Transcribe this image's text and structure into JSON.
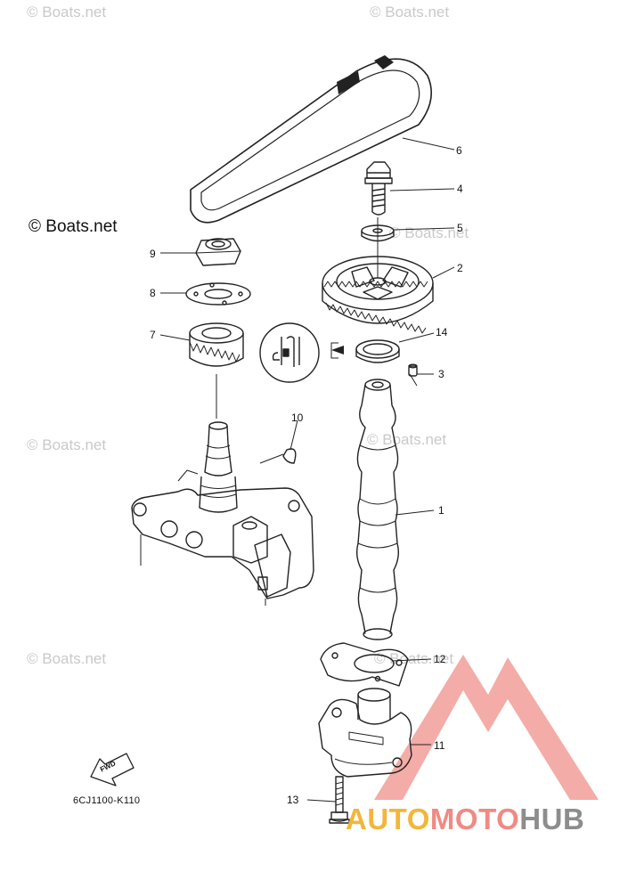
{
  "watermarks": [
    "© Boats.net",
    "© Boats.net",
    "© Boats.net",
    "© Boats.net",
    "© Boats.net",
    "© Boats.net",
    "© Boats.net"
  ],
  "copyright": "© Boats.net",
  "diagram_code": "6CJ1100-K110",
  "fwd_label": "FWD",
  "brand": {
    "part1": "AUTO",
    "part2": "MOTO",
    "part3": "HUB"
  },
  "callouts": [
    "1",
    "2",
    "3",
    "4",
    "5",
    "6",
    "7",
    "8",
    "9",
    "10",
    "11",
    "12",
    "13",
    "14"
  ],
  "colors": {
    "line": "#222222",
    "watermark": "#c9c9c9",
    "logo_red": "#f08a84",
    "logo_yellow": "#f2b63a",
    "logo_gray": "#8d8d8d"
  }
}
